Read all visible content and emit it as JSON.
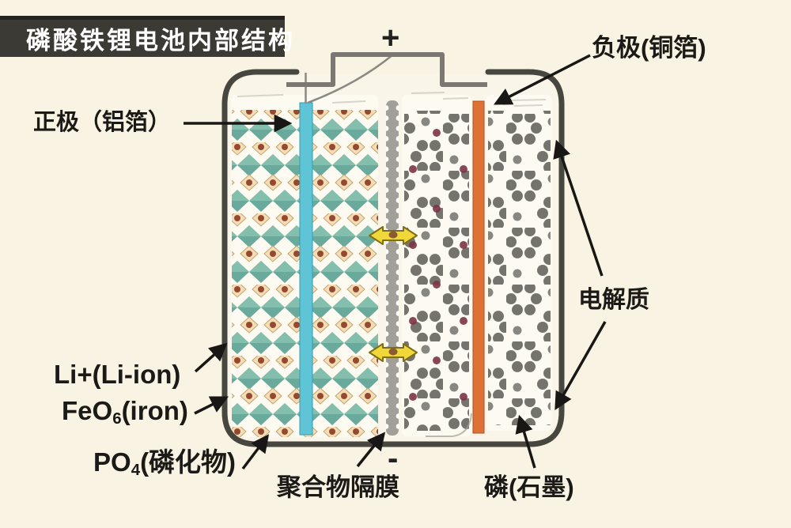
{
  "title": "磷酸铁锂电池内部结构",
  "battery": {
    "positive_terminal": "+",
    "negative_terminal": "-",
    "labels": {
      "positive_electrode": "正极（铝箔）",
      "negative_electrode": "负极(铜箔)",
      "electrolyte": "电解质",
      "li_ion": "Li+(Li-ion)",
      "feo6": {
        "base": "FeO",
        "sub": "6",
        "suffix": "(iron)"
      },
      "po4": {
        "base": "PO",
        "sub": "4",
        "suffix": "(磷化物)"
      },
      "separator": "聚合物隔膜",
      "graphite": "磷(石墨)"
    }
  },
  "colors": {
    "background": "#f8f3e2",
    "banner_bg": "#3b3a35",
    "banner_text": "#ffffff",
    "label_text": "#1b1a17",
    "shell_gray": "#47463f",
    "cap_gray": "#7a7871",
    "aluminum_foil": "#5fc4d6",
    "copper_foil": "#dd7136",
    "separator_gray": "#a19f97",
    "crystal_teal": "#6aaa9c",
    "crystal_teal_light": "#87c1af",
    "phosphate_tan": "#f2ddb7",
    "li_dot_brown": "#96492e",
    "graphite_gray": "#6c6c66",
    "li_dot_maroon": "#7e3342",
    "transfer_arrow_yellow": "#f1d83a",
    "annotation_arrow": "#181715"
  }
}
